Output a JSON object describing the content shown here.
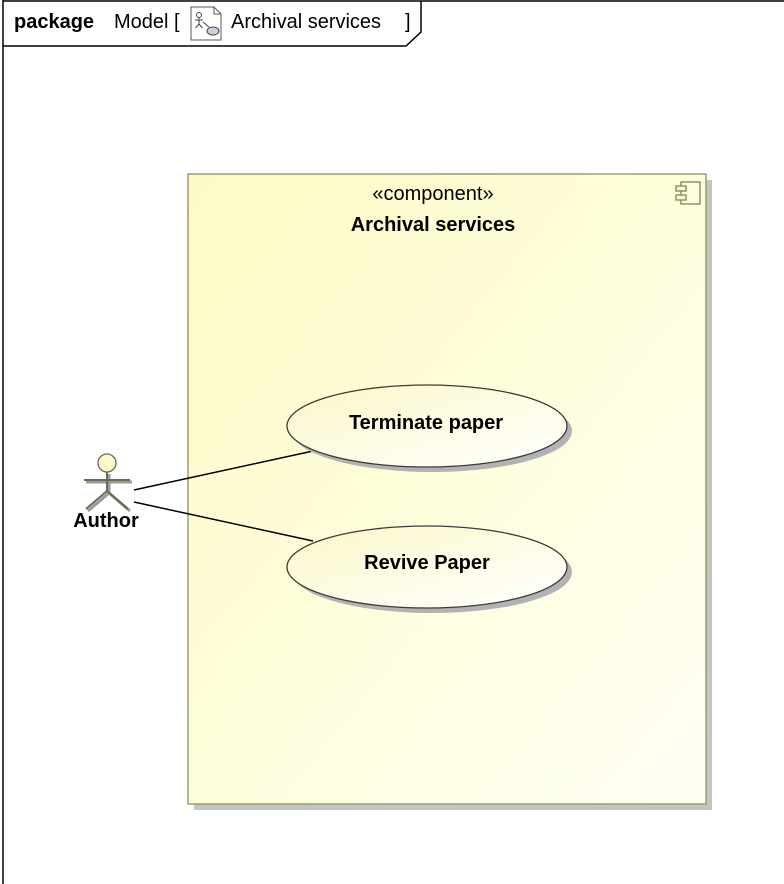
{
  "frame": {
    "keyword": "package",
    "namespace": "Model",
    "diagram_name": "Archival services",
    "diagram_icon": "use-case-diagram-icon"
  },
  "component": {
    "stereotype": "«component»",
    "name": "Archival services",
    "icon": "component-icon"
  },
  "use_cases": [
    {
      "label": "Terminate paper"
    },
    {
      "label": "Revive Paper"
    }
  ],
  "actor": {
    "name": "Author",
    "icon": "stick-figure-actor-icon"
  },
  "associations": [
    {
      "from": "Author",
      "to": "Terminate paper"
    },
    {
      "from": "Author",
      "to": "Revive Paper"
    }
  ],
  "colors": {
    "component_fill_light": "#fffff4",
    "component_fill_dark": "#fdfbc4",
    "component_border": "#9d9d6b",
    "shadow": "#b8b8b8",
    "frame_border": "#000000"
  }
}
